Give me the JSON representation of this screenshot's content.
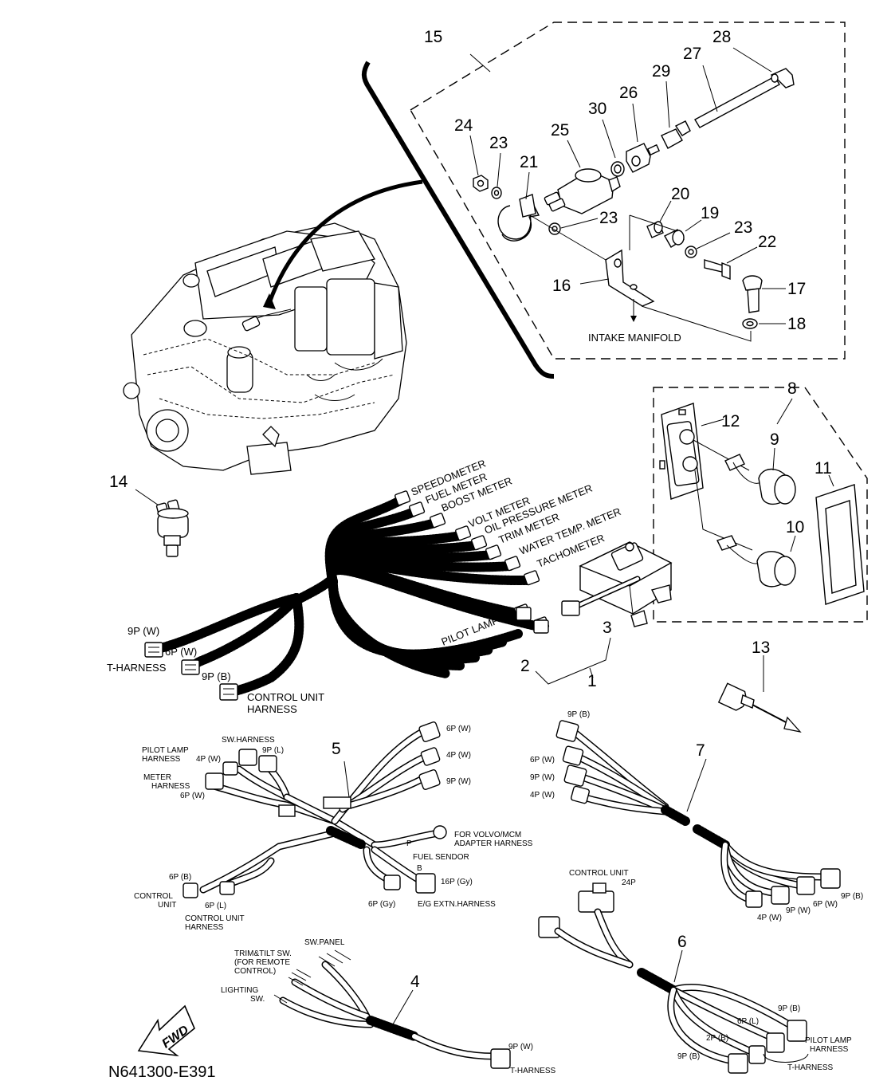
{
  "callouts": {
    "n1": "1",
    "n2": "2",
    "n3": "3",
    "n4": "4",
    "n5": "5",
    "n6": "6",
    "n7": "7",
    "n8": "8",
    "n9": "9",
    "n10": "10",
    "n11": "11",
    "n12": "12",
    "n13": "13",
    "n14": "14",
    "n15": "15",
    "n16": "16",
    "n17": "17",
    "n18": "18",
    "n19": "19",
    "n20": "20",
    "n21": "21",
    "n22": "22",
    "n23a": "23",
    "n23b": "23",
    "n23c": "23",
    "n24": "24",
    "n25": "25",
    "n26": "26",
    "n27": "27",
    "n28": "28",
    "n29": "29",
    "n30": "30"
  },
  "meter_labels": {
    "speedometer": "SPEEDOMETER",
    "fuel_meter": "FUEL METER",
    "boost_meter": "BOOST METER",
    "volt_meter": "VOLT METER",
    "oil_pressure_meter": "OIL PRESSURE METER",
    "trim_meter": "TRIM METER",
    "water_temp_meter": "WATER TEMP. METER",
    "tachometer": "TACHOMETER",
    "pilot_lamp": "PILOT LAMP"
  },
  "labels": {
    "intake_manifold": "INTAKE MANIFOLD",
    "main_9p_w": "9P (W)",
    "main_6p_w": "6P (W)",
    "main_t_harness": "T-HARNESS",
    "main_9p_b": "9P (B)",
    "control_unit_harness_1": "CONTROL UNIT",
    "control_unit_harness_2": "HARNESS"
  },
  "harness5": {
    "sw_harness": "SW.HARNESS",
    "sw_9p_l": "9P (L)",
    "pilot_lamp_1": "PILOT LAMP",
    "pilot_lamp_2": "HARNESS",
    "pilot_4p_w": "4P (W)",
    "meter_1": "METER",
    "meter_2": "HARNESS",
    "meter_6p_w": "6P (W)",
    "r_6p_w": "6P (W)",
    "r_4p_w": "4P (W)",
    "r_9p_w": "9P (W)",
    "volvo_1": "FOR VOLVO/MCM",
    "volvo_2": "ADAPTER HARNESS",
    "p": "P",
    "fuel_sendor": "FUEL SENDOR",
    "b": "B",
    "p16_gy": "16P (Gy)",
    "p6_gy": "6P (Gy)",
    "eg_extn": "E/G EXTN.HARNESS",
    "p6_b": "6P (B)",
    "control_1": "CONTROL",
    "control_2": "UNIT",
    "p6_l": "6P (L)",
    "cu_harness_1": "CONTROL UNIT",
    "cu_harness_2": "HARNESS"
  },
  "harness7": {
    "p9_b": "9P (B)",
    "p6_w": "6P (W)",
    "p9_w": "9P (W)",
    "p4_w": "4P (W)",
    "r_9p_b": "9P (B)",
    "r_6p_w": "6P (W)",
    "r_9p_w": "9P (W)",
    "r_4p_w": "4P (W)"
  },
  "harness6": {
    "control_unit": "CONTROL UNIT",
    "p24": "24P",
    "p9_b": "9P (B)",
    "p6_l": "6P (L)",
    "p2_b": "2P (B)",
    "pilot_1": "PILOT LAMP",
    "pilot_2": "HARNESS",
    "p9_b_low": "9P (B)",
    "t_harness": "T-HARNESS"
  },
  "harness4": {
    "sw_panel": "SW.PANEL",
    "trim_1": "TRIM&TILT SW.",
    "trim_2": "(FOR REMOTE",
    "trim_3": "CONTROL)",
    "lighting_1": "LIGHTING",
    "lighting_2": "SW.",
    "p9_w": "9P (W)",
    "t_harness": "T-HARNESS"
  },
  "fwd": "FWD",
  "figure_code": "N641300-E391"
}
